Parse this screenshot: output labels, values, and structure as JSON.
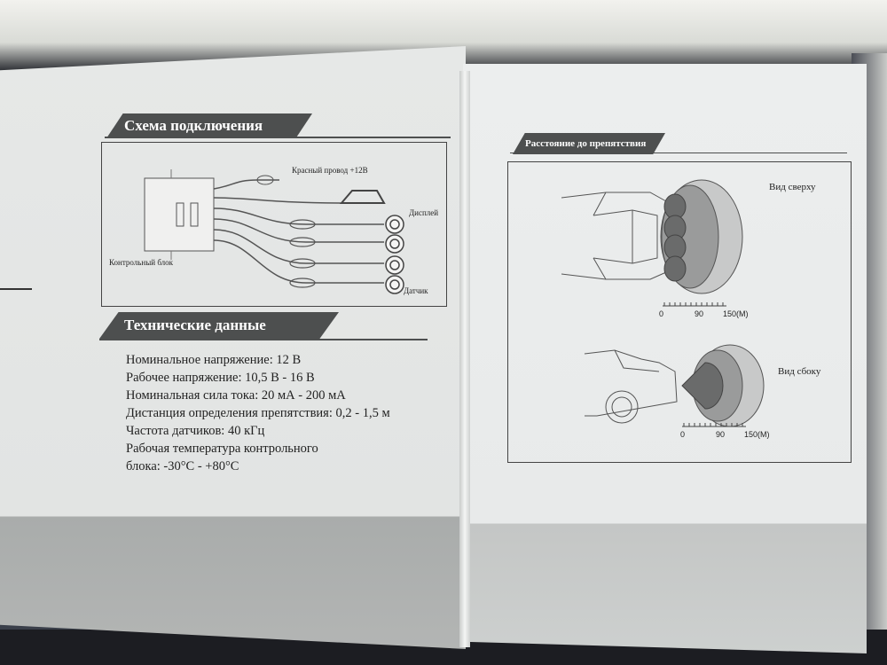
{
  "left_page": {
    "wiring": {
      "title": "Схема подключения",
      "red_wire_label": "Красный провод +12В",
      "display_label": "Дисплей",
      "control_unit_label": "Контрольный блок",
      "sensor_label": "Датчик"
    },
    "specs": {
      "title": "Технические данные",
      "lines": [
        "Номинальное напряжение: 12 В",
        "Рабочее напряжение: 10,5 В - 16 В",
        "Номинальная сила тока: 20 мА - 200 мА",
        "Дистанция определения препятствия: 0,2 - 1,5 м",
        "Частота датчиков: 40 кГц",
        "Рабочая температура контрольного",
        "блока: -30°С - +80°С"
      ]
    }
  },
  "right_page": {
    "title": "Расстояние до препятствия",
    "top_view_label": "Вид сверху",
    "side_view_label": "Вид сбоку",
    "scale_top": [
      "0",
      "90",
      "150(M)"
    ],
    "scale_side": [
      "0",
      "90",
      "150(M)"
    ]
  },
  "colors": {
    "banner": "#4d4f4f",
    "paper": "#e6e8e7",
    "zone_dark": "#6a6b6b",
    "zone_mid": "#9a9b9b",
    "zone_light": "#c8c9c9"
  }
}
